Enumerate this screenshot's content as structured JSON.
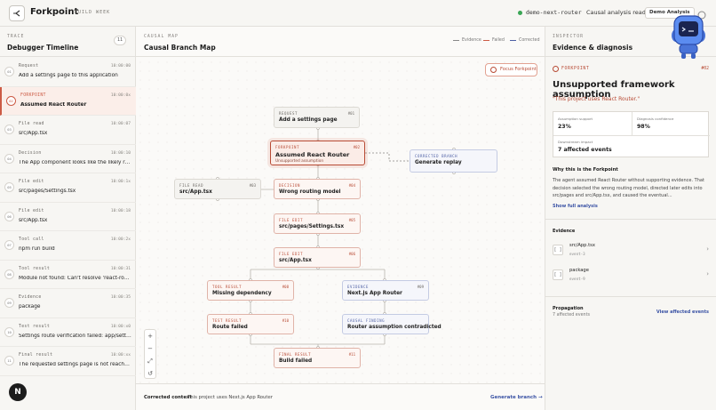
{
  "app": {
    "brand": "Forkpoint",
    "build_label": "BUILD WEEK",
    "env_name": "demo-next-router",
    "status": "Causal analysis ready",
    "demo_button": "Demo Analysis",
    "status_color": "#3aa655",
    "accent_color": "#cc5b45",
    "link_color": "#3c54a5"
  },
  "timeline": {
    "label": "TRACE",
    "title": "Debugger Timeline",
    "count": "11",
    "items": [
      {
        "num": "01",
        "type": "Request",
        "time": "10:00:00",
        "text": "Add a settings page to this application"
      },
      {
        "num": "02",
        "type": "FORKPOINT",
        "time": "10:00:0x",
        "text": "Assumed React Router"
      },
      {
        "num": "03",
        "type": "File read",
        "time": "10:00:07",
        "text": "src/App.tsx"
      },
      {
        "num": "04",
        "type": "Decision",
        "time": "10:00:10",
        "text": "The App component looks like the likely routing entry"
      },
      {
        "num": "05",
        "type": "File edit",
        "time": "10:00:1x",
        "text": "src/pages/Settings.tsx"
      },
      {
        "num": "06",
        "type": "File edit",
        "time": "10:00:18",
        "text": "src/App.tsx"
      },
      {
        "num": "07",
        "type": "Tool call",
        "time": "10:00:2x",
        "text": "npm run build"
      },
      {
        "num": "08",
        "type": "Tool result",
        "time": "10:00:31",
        "text": "Module not found: Can't resolve 'react-router-dom'"
      },
      {
        "num": "09",
        "type": "Evidence",
        "time": "10:00:35",
        "text": "package"
      },
      {
        "num": "10",
        "type": "Test result",
        "time": "10:00:x0",
        "text": "Settings route verification failed: app/settings"
      },
      {
        "num": "11",
        "type": "Final result",
        "time": "10:00:xx",
        "text": "The requested settings page is not reachable"
      }
    ]
  },
  "map": {
    "label": "CAUSAL MAP",
    "title": "Causal Branch Map",
    "legend": [
      "Evidence",
      "Failed",
      "Corrected"
    ],
    "focus_button": "Focus Forkpoint",
    "nodes": {
      "request": {
        "type": "REQUEST",
        "id": "#01",
        "label": "Add a settings page"
      },
      "forkpoint": {
        "type": "FORKPOINT",
        "id": "#02",
        "label": "Assumed React Router",
        "sub": "Unsupported assumption"
      },
      "corrected": {
        "type": "CORRECTED BRANCH",
        "label": "Generate replay"
      },
      "fileread": {
        "type": "FILE READ",
        "id": "#03",
        "label": "src/App.tsx"
      },
      "decision": {
        "type": "DECISION",
        "id": "#04",
        "label": "Wrong routing model"
      },
      "edit1": {
        "type": "FILE EDIT",
        "id": "#05",
        "label": "src/pages/Settings.tsx"
      },
      "edit2": {
        "type": "FILE EDIT",
        "id": "#06",
        "label": "src/App.tsx"
      },
      "toolres": {
        "type": "TOOL RESULT",
        "id": "#08",
        "label": "Missing dependency"
      },
      "evidence": {
        "type": "EVIDENCE",
        "id": "#09",
        "label": "Next.js App Router"
      },
      "testres": {
        "type": "TEST RESULT",
        "id": "#10",
        "label": "Route failed"
      },
      "finding": {
        "type": "CAUSAL FINDING",
        "label": "Router assumption contradicted"
      },
      "final": {
        "type": "FINAL RESULT",
        "id": "#11",
        "label": "Build failed"
      }
    },
    "footer": {
      "label": "Corrected context",
      "text": "This project uses Next.js App Router",
      "button": "Generate branch"
    }
  },
  "inspector": {
    "label": "INSPECTOR",
    "title": "Evidence & diagnosis",
    "fp_label": "FORKPOINT",
    "fp_id": "#02",
    "heading": "Unsupported framework assumption",
    "quote": "\"This project uses React Router.\"",
    "metrics": {
      "support_label": "Assumption support",
      "support_value": "23%",
      "confidence_label": "Diagnosis confidence",
      "confidence_value": "98%",
      "impact_label": "Downstream impact",
      "impact_value": "7 affected events"
    },
    "why_title": "Why this is the Forkpoint",
    "why_body": "The agent assumed React Router without supporting evidence. That decision selected the wrong routing model, directed later edits into src/pages and src/App.tsx, and caused the eventual...",
    "show_full": "Show full analysis",
    "evidence_title": "Evidence",
    "evidence": [
      {
        "name": "src/App.tsx",
        "sub": "event-3"
      },
      {
        "name": "package",
        "sub": "event-9"
      }
    ],
    "propagation_title": "Propagation",
    "propagation_sub": "7 affected events",
    "view_affected": "View affected events"
  }
}
